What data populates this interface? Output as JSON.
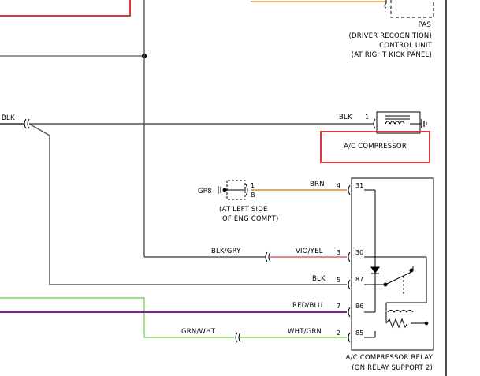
{
  "colors": {
    "orange": "#e8a040",
    "highlight_red": "#d83838",
    "black": "#000000",
    "gray_wire": "#555555",
    "brown_wire": "#c8902c",
    "red_wire": "#e06060",
    "purple_wire": "#7b1fa2",
    "green_wire": "#7ed957"
  },
  "pas": {
    "name": "PAS",
    "line1": "(DRIVER RECOGNITION)",
    "line2": "CONTROL UNIT",
    "line3": "(AT RIGHT KICK PANEL)"
  },
  "ac_compressor": {
    "wire": "BLK",
    "pin": "1",
    "label": "A/C COMPRESSOR",
    "left_wire": "BLK"
  },
  "ground": {
    "name": "GP8",
    "pin1": "1",
    "pinB": "B",
    "note1": "(AT LEFT SIDE",
    "note2": "OF ENG COMPT)"
  },
  "relay": {
    "label1": "A/C COMPRESSOR RELAY",
    "label2": "(ON RELAY SUPPORT 2)",
    "pins": [
      {
        "num": "4",
        "term": "31",
        "wire": "BRN"
      },
      {
        "num": "3",
        "term": "30",
        "wire": "VIO/YEL",
        "harness": "BLK/GRY"
      },
      {
        "num": "5",
        "term": "87",
        "wire": "BLK"
      },
      {
        "num": "7",
        "term": "86",
        "wire": "RED/BLU"
      },
      {
        "num": "2",
        "term": "85",
        "wire": "WHT/GRN",
        "harness": "GRN/WHT"
      }
    ]
  }
}
